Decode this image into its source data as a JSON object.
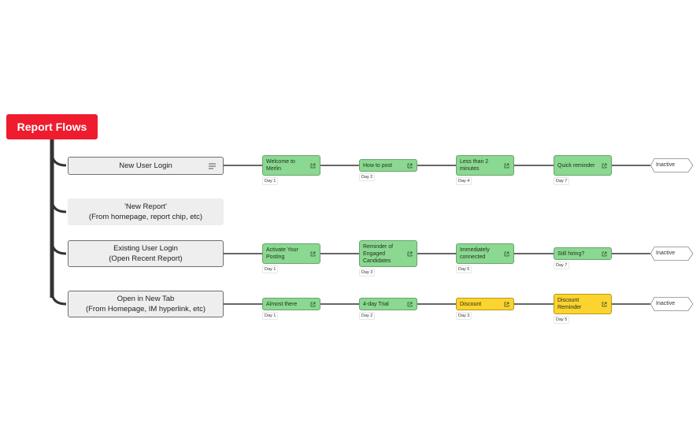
{
  "root": {
    "title": "Report Flows"
  },
  "icons": {
    "flow_menu": "lines-icon",
    "step_link": "external-link-icon"
  },
  "colors": {
    "root": "#ee1c2e",
    "step_green": "#8bd890",
    "step_yellow": "#fcd32f",
    "connector": "#333333"
  },
  "flows": [
    {
      "label": "New User Login",
      "has_menu_icon": true,
      "steps": [
        {
          "label": "Welcome to Merlin",
          "day": "Day 1",
          "color": "green"
        },
        {
          "label": "How to post",
          "day": "Day 2",
          "color": "green"
        },
        {
          "label": "Less than 2 minutes",
          "day": "Day 4",
          "color": "green"
        },
        {
          "label": "Quick reminder",
          "day": "Day 7",
          "color": "green"
        }
      ],
      "end": "Inactive"
    },
    {
      "label": "'New Report'\n(From homepage, report chip, etc)",
      "has_menu_icon": false,
      "steps": [],
      "end": ""
    },
    {
      "label": "Existing User Login\n(Open Recent Report)",
      "has_menu_icon": false,
      "steps": [
        {
          "label": "Activate Your Posting",
          "day": "Day 1",
          "color": "green"
        },
        {
          "label": "Reminder of Engaged Candidates",
          "day": "Day 3",
          "color": "green"
        },
        {
          "label": "Immediately connected",
          "day": "Day 5",
          "color": "green"
        },
        {
          "label": "Still hiring?",
          "day": "Day 7",
          "color": "green"
        }
      ],
      "end": "Inactive"
    },
    {
      "label": "Open in New Tab\n(From Homepage, IM hyperlink, etc)",
      "has_menu_icon": false,
      "steps": [
        {
          "label": "Almost there",
          "day": "Day 1",
          "color": "green"
        },
        {
          "label": "4-day Trial",
          "day": "Day 2",
          "color": "green"
        },
        {
          "label": "Discount",
          "day": "Day 3",
          "color": "yellow"
        },
        {
          "label": "Discount Reminder",
          "day": "Day 5",
          "color": "yellow"
        }
      ],
      "end": "Inactive"
    }
  ]
}
